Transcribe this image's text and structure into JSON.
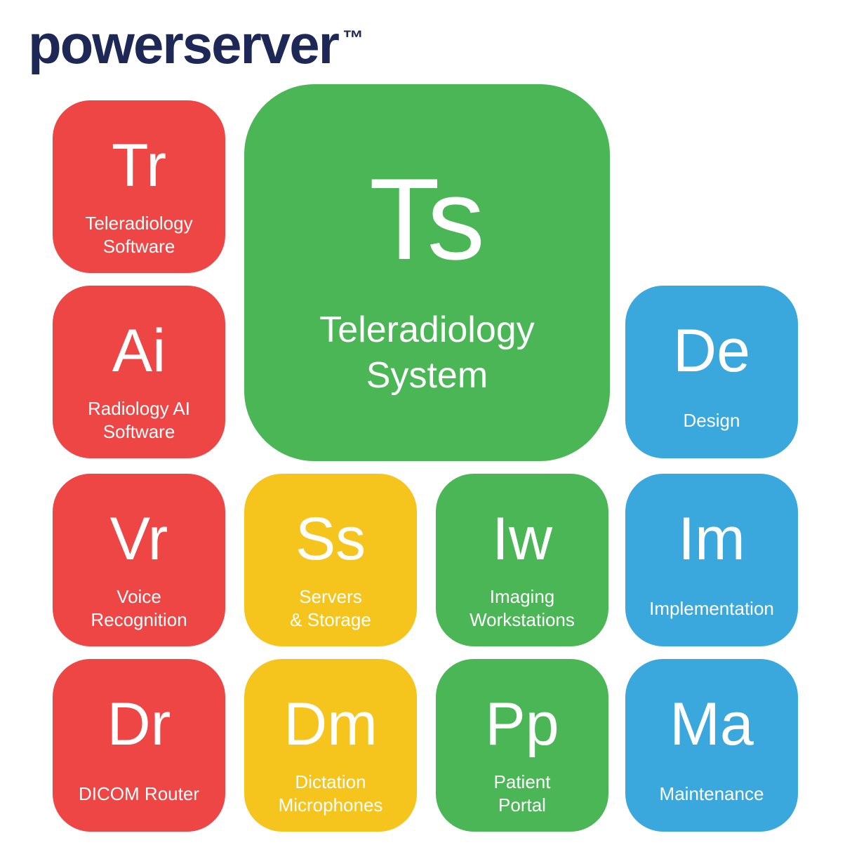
{
  "logo": {
    "text": "powerserver",
    "trademark": "™"
  },
  "colors": {
    "red": "#ee4545",
    "green": "#4bb656",
    "blue": "#3aa8dc",
    "yellow": "#f6c51d",
    "navy": "#1e2856",
    "tile-text": "#ffffff",
    "background": "#ffffff"
  },
  "featured_tile": {
    "symbol": "Ts",
    "label": "Teleradiology\nSystem",
    "color": "green"
  },
  "tiles": [
    {
      "symbol": "Tr",
      "label": "Teleradiology\nSoftware",
      "color": "red"
    },
    {
      "symbol": "Ai",
      "label": "Radiology AI\nSoftware",
      "color": "red"
    },
    {
      "symbol": "Vr",
      "label": "Voice\nRecognition",
      "color": "red"
    },
    {
      "symbol": "Dr",
      "label": "DICOM Router",
      "color": "red"
    },
    {
      "symbol": "Ss",
      "label": "Servers\n& Storage",
      "color": "yellow"
    },
    {
      "symbol": "Dm",
      "label": "Dictation\nMicrophones",
      "color": "yellow"
    },
    {
      "symbol": "Iw",
      "label": "Imaging\nWorkstations",
      "color": "green"
    },
    {
      "symbol": "Pp",
      "label": "Patient\nPortal",
      "color": "green"
    },
    {
      "symbol": "De",
      "label": "Design",
      "color": "blue"
    },
    {
      "symbol": "Im",
      "label": "Implementation",
      "color": "blue"
    },
    {
      "symbol": "Ma",
      "label": "Maintenance",
      "color": "blue"
    }
  ]
}
